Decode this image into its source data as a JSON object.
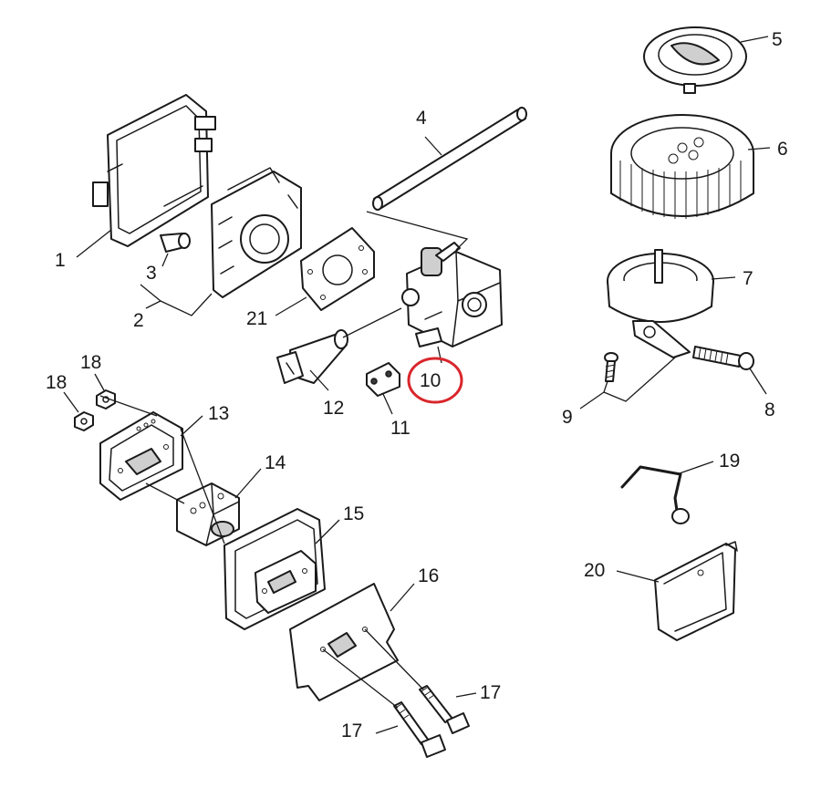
{
  "callouts": [
    {
      "id": "1",
      "text": "1"
    },
    {
      "id": "2",
      "text": "2"
    },
    {
      "id": "3",
      "text": "3"
    },
    {
      "id": "4",
      "text": "4"
    },
    {
      "id": "5",
      "text": "5"
    },
    {
      "id": "6",
      "text": "6"
    },
    {
      "id": "7",
      "text": "7"
    },
    {
      "id": "8",
      "text": "8"
    },
    {
      "id": "9",
      "text": "9"
    },
    {
      "id": "10",
      "text": "10"
    },
    {
      "id": "11",
      "text": "11"
    },
    {
      "id": "12",
      "text": "12"
    },
    {
      "id": "13",
      "text": "13"
    },
    {
      "id": "14",
      "text": "14"
    },
    {
      "id": "15",
      "text": "15"
    },
    {
      "id": "16",
      "text": "16"
    },
    {
      "id": "17a",
      "text": "17"
    },
    {
      "id": "17b",
      "text": "17"
    },
    {
      "id": "18a",
      "text": "18"
    },
    {
      "id": "18b",
      "text": "18"
    },
    {
      "id": "19",
      "text": "19"
    },
    {
      "id": "20",
      "text": "20"
    },
    {
      "id": "21",
      "text": "21"
    }
  ],
  "highlighted_callout": "10",
  "colors": {
    "line": "#1a1a1a",
    "highlight": "#d9262c",
    "background": "#ffffff"
  }
}
